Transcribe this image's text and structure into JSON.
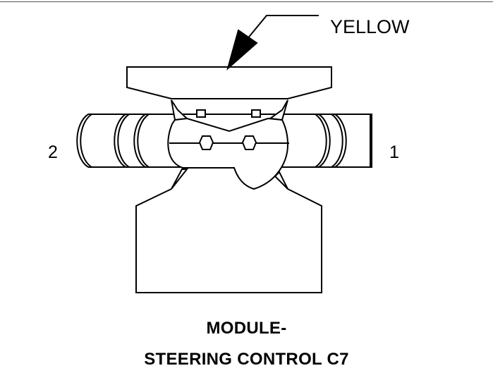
{
  "callout": {
    "color_label": "YELLOW"
  },
  "pins": {
    "left": "2",
    "right": "1"
  },
  "caption": {
    "line1": "MODULE-",
    "line2": "STEERING CONTROL C7"
  },
  "colors": {
    "ink": "#000000",
    "background": "#ffffff"
  }
}
